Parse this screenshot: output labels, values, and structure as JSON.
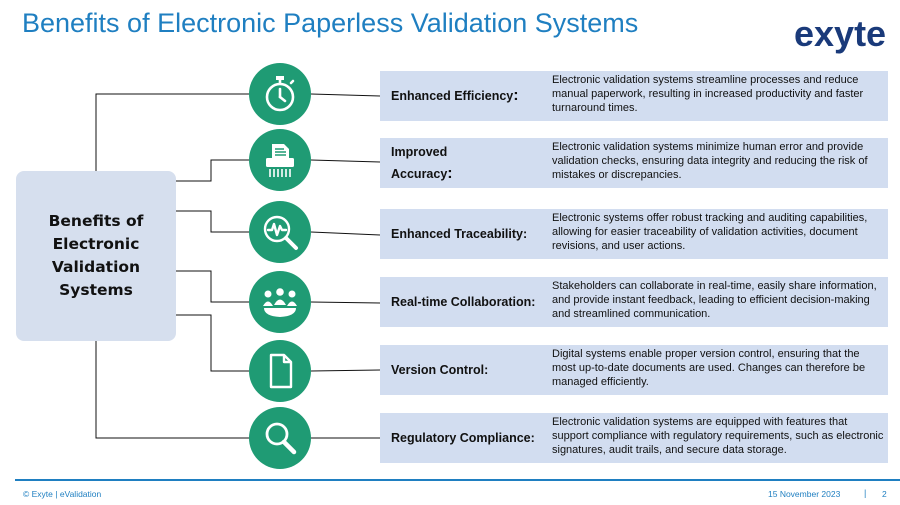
{
  "title": "Benefits of Electronic Paperless Validation Systems",
  "logo": {
    "text": "exyte"
  },
  "center": {
    "label": "Benefits of Electronic Validation Systems"
  },
  "benefits": [
    {
      "label": "Enhanced Efficiency",
      "icon": "stopwatch-icon",
      "description": "Electronic validation systems streamline processes and reduce manual paperwork, resulting in increased productivity and faster turnaround times."
    },
    {
      "label_line1": "Improved",
      "label_line2": "Accuracy",
      "icon": "shredder-icon",
      "description": "Electronic validation systems minimize human error and provide validation checks, ensuring data integrity and reducing the risk of mistakes or discrepancies."
    },
    {
      "label": "Enhanced Traceability:",
      "icon": "magnifier-pulse-icon",
      "description": "Electronic systems offer robust tracking and auditing capabilities, allowing for easier traceability of validation activities, document revisions, and user actions."
    },
    {
      "label": "Real-time Collaboration:",
      "icon": "team-icon",
      "description": "Stakeholders can collaborate in real-time, easily share information, and provide instant feedback, leading to efficient decision-making and streamlined communication."
    },
    {
      "label": "Version Control:",
      "icon": "document-icon",
      "description": "Digital systems enable proper version control, ensuring that the most up-to-date documents are used. Changes can therefore be managed efficiently."
    },
    {
      "label": "Regulatory Compliance:",
      "icon": "search-icon",
      "description": "Electronic validation systems are equipped with features that support compliance with regulatory requirements, such as electronic signatures, audit trails, and secure data storage."
    }
  ],
  "footer": {
    "left": "© Exyte | eValidation",
    "date": "15 November 2023",
    "separator": "|",
    "page": "2"
  },
  "colors": {
    "title": "#1f7fc1",
    "icon_circle": "#1f9b74",
    "card": "#d2ddf0",
    "center_box": "#d6dfee",
    "logo": "#1a3a7a"
  }
}
